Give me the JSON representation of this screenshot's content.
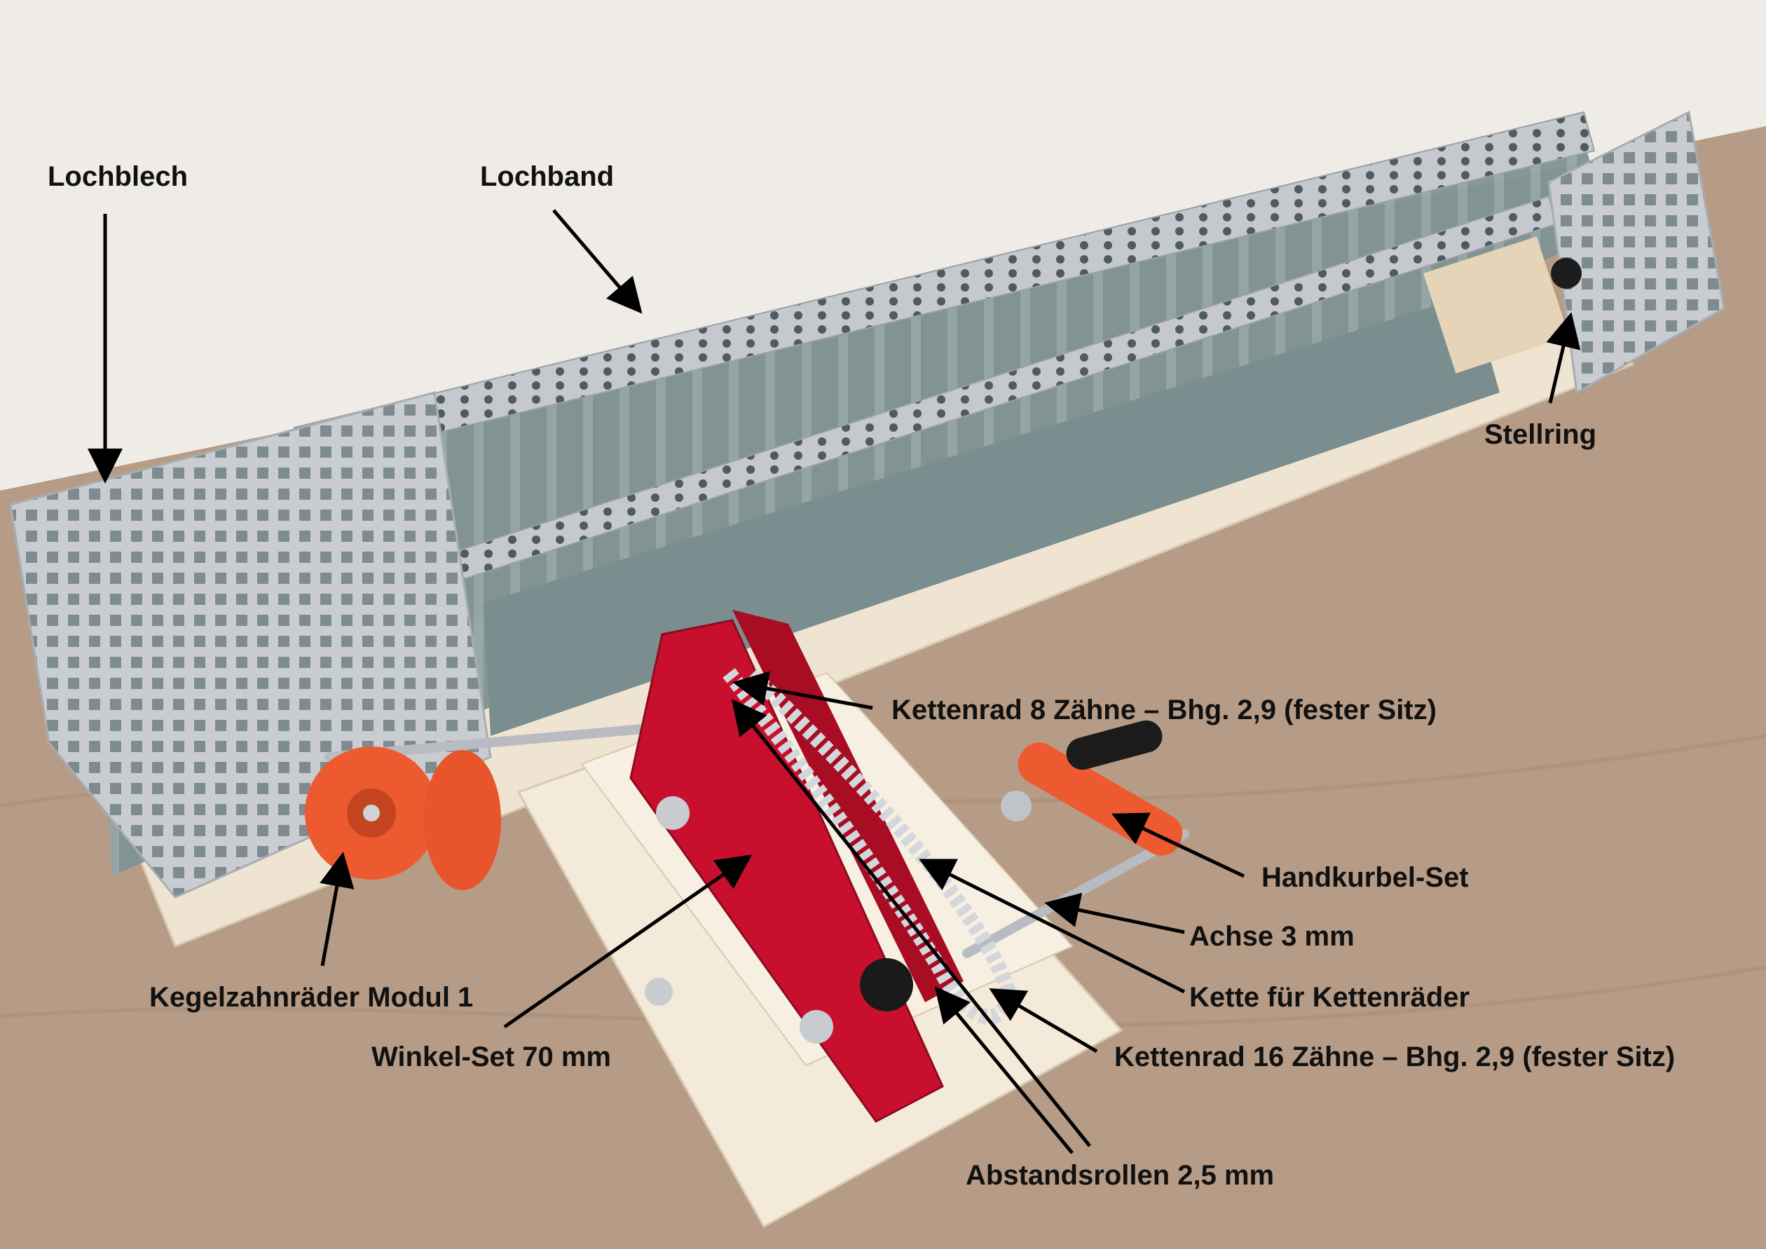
{
  "labels": {
    "lochblech": "Lochblech",
    "lochband": "Lochband",
    "stellring": "Stellring",
    "kettenrad_8": "Kettenrad 8 Zähne – Bhg. 2,9 (fester Sitz)",
    "handkurbel": "Handkurbel-Set",
    "achse": "Achse 3 mm",
    "kette": "Kette für Kettenräder",
    "kegelzahnraeder": "Kegelzahnräder Modul 1",
    "kettenrad_16": "Kettenrad 16 Zähne – Bhg. 2,9 (fester Sitz)",
    "winkel_set": "Winkel-Set 70 mm",
    "abstandsrollen": "Abstandsrollen 2,5 mm"
  },
  "colors": {
    "wall": "#efece7",
    "table": "#b59a83",
    "wood": "#f1e7d6",
    "metal": "#c9ccd0",
    "channel": "#7e9092",
    "red_part": "#c8102e",
    "orange_part": "#ee5a2f",
    "arrow": "#000000"
  }
}
